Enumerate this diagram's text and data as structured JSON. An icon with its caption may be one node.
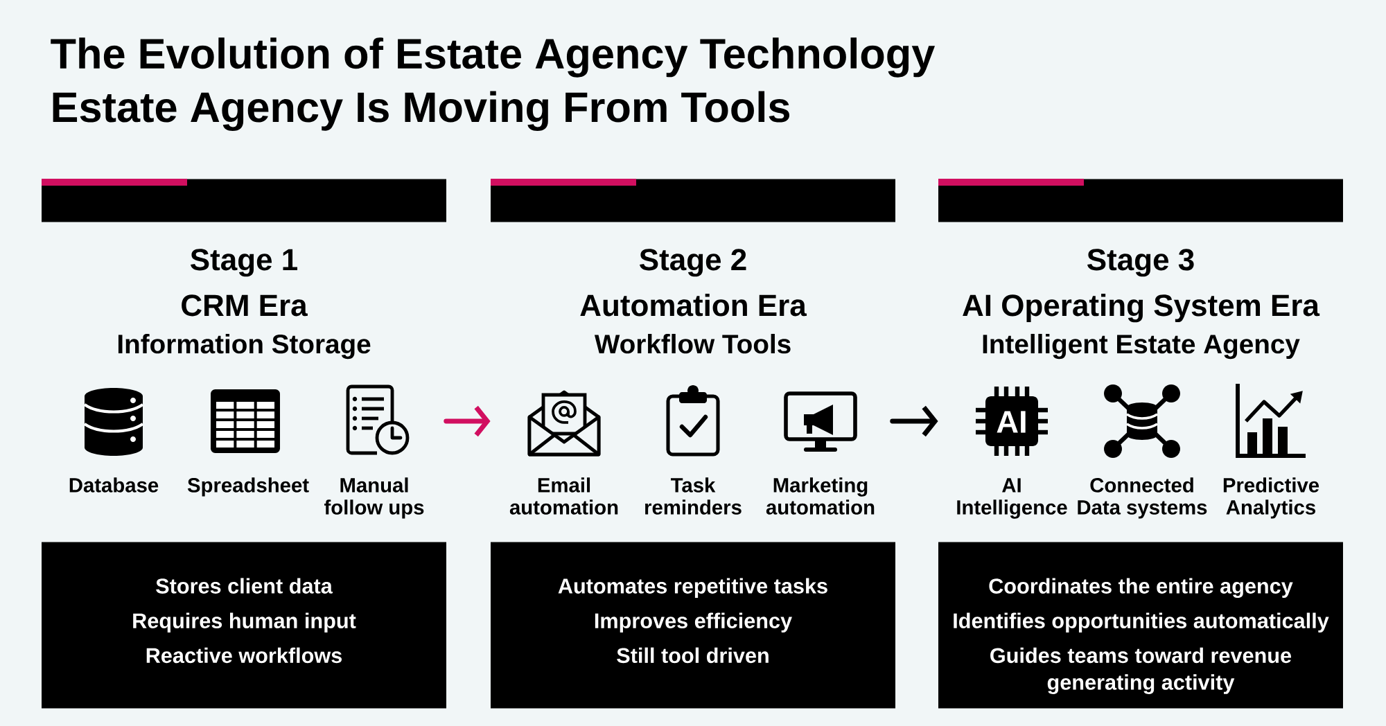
{
  "diagram": {
    "title": "The Evolution of Estate Agency Technology Estate Agency Is Moving From Tools",
    "nodes": [
      {
        "text": [
          "Stage 1",
          "CRM Era",
          "Information Storage"
        ]
      },
      {
        "text": [
          "Database"
        ]
      },
      {
        "text": [
          "Spreadsheet"
        ]
      },
      {
        "text": [
          "Manual follow ups"
        ]
      },
      {
        "text": [
          "Stores client data",
          "Requires human input",
          "Reactive workflows"
        ]
      },
      {
        "text": [
          "Stage 2",
          "Automation Era",
          "Workflow Tools"
        ]
      },
      {
        "text": [
          "Email automation"
        ]
      },
      {
        "text": [
          "Task reminders"
        ]
      },
      {
        "text": [
          "Marketing automation"
        ]
      },
      {
        "text": [
          "Automates repetitive tasks",
          "Improves efficiency",
          "Still tool driven"
        ]
      },
      {
        "text": [
          "Stage 3",
          "AI Operating System Era",
          "Intelligent Estate Agency"
        ]
      },
      {
        "text": [
          "AI Intelligence"
        ]
      },
      {
        "text": [
          "Connected Data systems"
        ]
      },
      {
        "text": [
          "Predictive Analytics"
        ]
      },
      {
        "text": [
          "Coordinates the entire agency",
          "Identifies opportunities automatically",
          "Guides teams toward revenue generating activity"
        ]
      }
    ],
    "edges": [
      {
        "from": 3,
        "to": 6,
        "arrow": "to",
        "color": "#d10f60"
      },
      {
        "from": 8,
        "to": 11,
        "arrow": "to",
        "color": "#000000"
      }
    ],
    "labels": [
      "AI"
    ]
  }
}
